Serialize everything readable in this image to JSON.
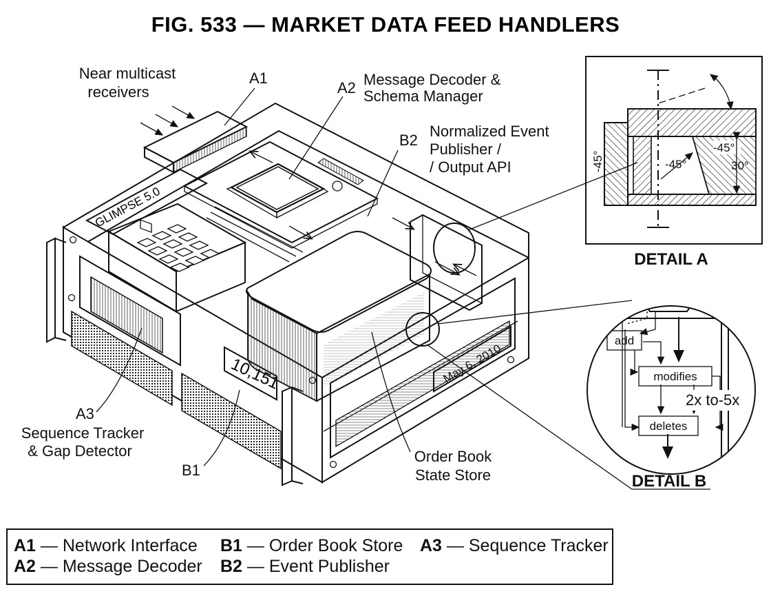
{
  "figure": {
    "title": "FIG. 533 — MARKET DATA FEED HANDLERS"
  },
  "callouts": {
    "near_multicast_line1": "Near multicast",
    "near_multicast_line2": "receivers",
    "a1": "A1",
    "a2": "A2",
    "a2_text_line1": "Message Decoder &",
    "a2_text_line2": "Schema Manager",
    "b2": "B2",
    "b2_text_line1": "Normalized Event",
    "b2_text_line2": "Publisher /",
    "b2_text_line3": "/ Output API",
    "a3": "A3",
    "a3_text_line1": "Sequence Tracker",
    "a3_text_line2": "& Gap Detector",
    "b1": "B1",
    "order_book_line1": "Order Book",
    "order_book_line2": "State Store"
  },
  "device": {
    "brand": "GLIMPSE 5.0",
    "counter": "10,151",
    "date_plate": "May 6, 2010"
  },
  "detail_a": {
    "title": "DETAIL A",
    "angle_left": "-45°",
    "angle_inner": "-45°",
    "angle_right": "-45°",
    "angle_30": "30°"
  },
  "detail_b": {
    "title": "DETAIL B",
    "node_add": "add",
    "node_modifies": "modifies",
    "node_deletes": "deletes",
    "ratio": "2x to-5x"
  },
  "legend": {
    "items": [
      {
        "key": "A1",
        "text": " — Network Interface"
      },
      {
        "key": "B1",
        "text": " — Order Book Store"
      },
      {
        "key": "A3",
        "text": " — Sequence Tracker"
      },
      {
        "key": "A2",
        "text": " — Message Decoder"
      },
      {
        "key": "B2",
        "text": " — Event Publisher"
      }
    ]
  }
}
